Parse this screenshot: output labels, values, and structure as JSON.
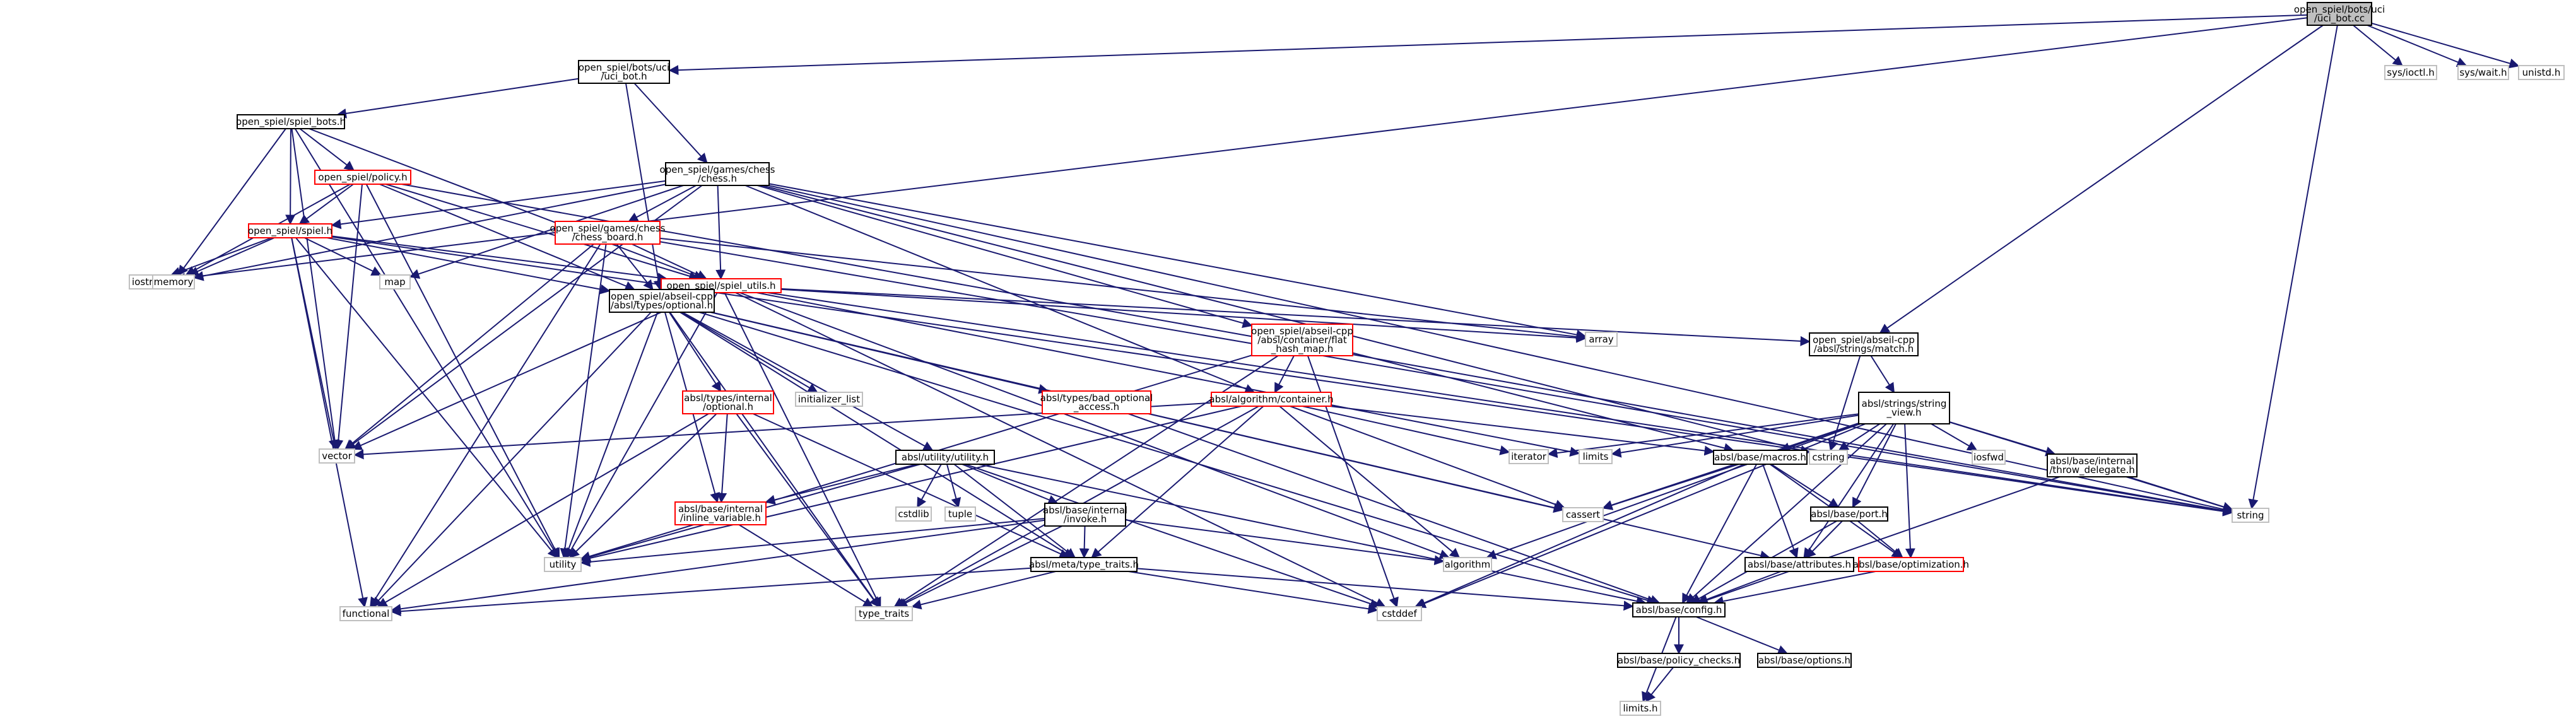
{
  "colors": {
    "edge": "#191970",
    "box_border": "#000000",
    "box_border_red": "#ff0000",
    "box_border_gray": "#bfbfbf",
    "root_fill": "#bfbfbf",
    "box_fill": "#ffffff",
    "background": "#ffffff"
  },
  "nodes": [
    {
      "id": "uci_bot_cc",
      "lines": [
        "open_spiel/bots/uci",
        "/uci_bot.cc"
      ],
      "style": "root"
    },
    {
      "id": "uci_bot_h",
      "lines": [
        "open_spiel/bots/uci",
        "/uci_bot.h"
      ],
      "style": "box"
    },
    {
      "id": "spiel_bots_h",
      "lines": [
        "open_spiel/spiel_bots.h"
      ],
      "style": "box"
    },
    {
      "id": "chess_h",
      "lines": [
        "open_spiel/games/chess",
        "/chess.h"
      ],
      "style": "box"
    },
    {
      "id": "policy_h",
      "lines": [
        "open_spiel/policy.h"
      ],
      "style": "red"
    },
    {
      "id": "spiel_h",
      "lines": [
        "open_spiel/spiel.h"
      ],
      "style": "red"
    },
    {
      "id": "chess_board_h",
      "lines": [
        "open_spiel/games/chess",
        "/chess_board.h"
      ],
      "style": "red"
    },
    {
      "id": "spiel_utils_h",
      "lines": [
        "open_spiel/spiel_utils.h"
      ],
      "style": "red"
    },
    {
      "id": "optional_h",
      "lines": [
        "open_spiel/abseil-cpp",
        "/absl/types/optional.h"
      ],
      "style": "box"
    },
    {
      "id": "flat_hash_map_h",
      "lines": [
        "open_spiel/abseil-cpp",
        "/absl/container/flat",
        "_hash_map.h"
      ],
      "style": "red"
    },
    {
      "id": "match_h",
      "lines": [
        "open_spiel/abseil-cpp",
        "/absl/strings/match.h"
      ],
      "style": "box"
    },
    {
      "id": "internal_optional_h",
      "lines": [
        "absl/types/internal",
        "/optional.h"
      ],
      "style": "red"
    },
    {
      "id": "bad_optional_access_h",
      "lines": [
        "absl/types/bad_optional",
        "_access.h"
      ],
      "style": "red"
    },
    {
      "id": "algorithm_container_h",
      "lines": [
        "absl/algorithm/container.h"
      ],
      "style": "red"
    },
    {
      "id": "string_view_h",
      "lines": [
        "absl/strings/string",
        "_view.h"
      ],
      "style": "box"
    },
    {
      "id": "utility_h",
      "lines": [
        "absl/utility/utility.h"
      ],
      "style": "box"
    },
    {
      "id": "inline_variable_h",
      "lines": [
        "absl/base/internal",
        "/inline_variable.h"
      ],
      "style": "red"
    },
    {
      "id": "invoke_h",
      "lines": [
        "absl/base/internal",
        "/invoke.h"
      ],
      "style": "box"
    },
    {
      "id": "macros_h",
      "lines": [
        "absl/base/macros.h"
      ],
      "style": "box"
    },
    {
      "id": "throw_delegate_h",
      "lines": [
        "absl/base/internal",
        "/throw_delegate.h"
      ],
      "style": "box"
    },
    {
      "id": "port_h",
      "lines": [
        "absl/base/port.h"
      ],
      "style": "box"
    },
    {
      "id": "type_traits_h",
      "lines": [
        "absl/meta/type_traits.h"
      ],
      "style": "box"
    },
    {
      "id": "attributes_h",
      "lines": [
        "absl/base/attributes.h"
      ],
      "style": "box"
    },
    {
      "id": "optimization_h",
      "lines": [
        "absl/base/optimization.h"
      ],
      "style": "red"
    },
    {
      "id": "config_h",
      "lines": [
        "absl/base/config.h"
      ],
      "style": "box"
    },
    {
      "id": "policy_checks_h",
      "lines": [
        "absl/base/policy_checks.h"
      ],
      "style": "box"
    },
    {
      "id": "options_h",
      "lines": [
        "absl/base/options.h"
      ],
      "style": "box"
    },
    {
      "id": "sys_ioctl_h",
      "lines": [
        "sys/ioctl.h"
      ],
      "style": "gray"
    },
    {
      "id": "sys_wait_h",
      "lines": [
        "sys/wait.h"
      ],
      "style": "gray"
    },
    {
      "id": "unistd_h",
      "lines": [
        "unistd.h"
      ],
      "style": "gray"
    },
    {
      "id": "iostream",
      "lines": [
        "iostream"
      ],
      "style": "gray"
    },
    {
      "id": "memory",
      "lines": [
        "memory"
      ],
      "style": "gray"
    },
    {
      "id": "map",
      "lines": [
        "map"
      ],
      "style": "gray"
    },
    {
      "id": "array",
      "lines": [
        "array"
      ],
      "style": "gray"
    },
    {
      "id": "vector",
      "lines": [
        "vector"
      ],
      "style": "gray"
    },
    {
      "id": "initializer_list",
      "lines": [
        "initializer_list"
      ],
      "style": "gray"
    },
    {
      "id": "iterator",
      "lines": [
        "iterator"
      ],
      "style": "gray"
    },
    {
      "id": "limits",
      "lines": [
        "limits"
      ],
      "style": "gray"
    },
    {
      "id": "cstring",
      "lines": [
        "cstring"
      ],
      "style": "gray"
    },
    {
      "id": "iosfwd",
      "lines": [
        "iosfwd"
      ],
      "style": "gray"
    },
    {
      "id": "string",
      "lines": [
        "string"
      ],
      "style": "gray"
    },
    {
      "id": "cassert",
      "lines": [
        "cassert"
      ],
      "style": "gray"
    },
    {
      "id": "cstdlib",
      "lines": [
        "cstdlib"
      ],
      "style": "gray"
    },
    {
      "id": "tuple",
      "lines": [
        "tuple"
      ],
      "style": "gray"
    },
    {
      "id": "utility",
      "lines": [
        "utility"
      ],
      "style": "gray"
    },
    {
      "id": "algorithm",
      "lines": [
        "algorithm"
      ],
      "style": "gray"
    },
    {
      "id": "functional",
      "lines": [
        "functional"
      ],
      "style": "gray"
    },
    {
      "id": "type_traits",
      "lines": [
        "type_traits"
      ],
      "style": "gray"
    },
    {
      "id": "cstddef",
      "lines": [
        "cstddef"
      ],
      "style": "gray"
    },
    {
      "id": "limits_h",
      "lines": [
        "limits.h"
      ],
      "style": "gray"
    }
  ],
  "edges": [
    [
      "uci_bot_cc",
      "uci_bot_h"
    ],
    [
      "uci_bot_cc",
      "iostream"
    ],
    [
      "uci_bot_cc",
      "match_h"
    ],
    [
      "uci_bot_cc",
      "sys_ioctl_h"
    ],
    [
      "uci_bot_cc",
      "sys_wait_h"
    ],
    [
      "uci_bot_cc",
      "unistd_h"
    ],
    [
      "uci_bot_cc",
      "string"
    ],
    [
      "uci_bot_h",
      "spiel_bots_h"
    ],
    [
      "uci_bot_h",
      "chess_h"
    ],
    [
      "uci_bot_h",
      "optional_h"
    ],
    [
      "spiel_bots_h",
      "policy_h"
    ],
    [
      "spiel_bots_h",
      "spiel_h"
    ],
    [
      "spiel_bots_h",
      "spiel_utils_h"
    ],
    [
      "spiel_bots_h",
      "memory"
    ],
    [
      "spiel_bots_h",
      "vector"
    ],
    [
      "spiel_bots_h",
      "utility"
    ],
    [
      "chess_h",
      "chess_board_h"
    ],
    [
      "chess_h",
      "spiel_h"
    ],
    [
      "chess_h",
      "spiel_utils_h"
    ],
    [
      "chess_h",
      "flat_hash_map_h"
    ],
    [
      "chess_h",
      "algorithm_container_h"
    ],
    [
      "chess_h",
      "array"
    ],
    [
      "chess_h",
      "map"
    ],
    [
      "chess_h",
      "memory"
    ],
    [
      "chess_h",
      "vector"
    ],
    [
      "chess_h",
      "cstring"
    ],
    [
      "chess_h",
      "string"
    ],
    [
      "policy_h",
      "spiel_h"
    ],
    [
      "policy_h",
      "spiel_utils_h"
    ],
    [
      "policy_h",
      "optional_h"
    ],
    [
      "policy_h",
      "memory"
    ],
    [
      "policy_h",
      "vector"
    ],
    [
      "policy_h",
      "utility"
    ],
    [
      "policy_h",
      "string"
    ],
    [
      "spiel_h",
      "spiel_utils_h"
    ],
    [
      "spiel_h",
      "optional_h"
    ],
    [
      "spiel_h",
      "iostream"
    ],
    [
      "spiel_h",
      "memory"
    ],
    [
      "spiel_h",
      "map"
    ],
    [
      "spiel_h",
      "vector"
    ],
    [
      "spiel_h",
      "utility"
    ],
    [
      "spiel_h",
      "functional"
    ],
    [
      "spiel_h",
      "string"
    ],
    [
      "chess_board_h",
      "spiel_utils_h"
    ],
    [
      "chess_board_h",
      "optional_h"
    ],
    [
      "chess_board_h",
      "array"
    ],
    [
      "chess_board_h",
      "vector"
    ],
    [
      "chess_board_h",
      "utility"
    ],
    [
      "chess_board_h",
      "functional"
    ],
    [
      "chess_board_h",
      "string"
    ],
    [
      "spiel_utils_h",
      "optional_h"
    ],
    [
      "spiel_utils_h",
      "match_h"
    ],
    [
      "spiel_utils_h",
      "array"
    ],
    [
      "spiel_utils_h",
      "vector"
    ],
    [
      "spiel_utils_h",
      "utility"
    ],
    [
      "spiel_utils_h",
      "type_traits"
    ],
    [
      "spiel_utils_h",
      "cstddef"
    ],
    [
      "spiel_utils_h",
      "limits"
    ],
    [
      "spiel_utils_h",
      "algorithm"
    ],
    [
      "spiel_utils_h",
      "string"
    ],
    [
      "optional_h",
      "internal_optional_h"
    ],
    [
      "optional_h",
      "bad_optional_access_h"
    ],
    [
      "optional_h",
      "utility_h"
    ],
    [
      "optional_h",
      "inline_variable_h"
    ],
    [
      "optional_h",
      "type_traits_h"
    ],
    [
      "optional_h",
      "attributes_h"
    ],
    [
      "optional_h",
      "config_h"
    ],
    [
      "optional_h",
      "initializer_list"
    ],
    [
      "optional_h",
      "utility"
    ],
    [
      "optional_h",
      "functional"
    ],
    [
      "optional_h",
      "type_traits"
    ],
    [
      "optional_h",
      "cassert"
    ],
    [
      "flat_hash_map_h",
      "algorithm_container_h"
    ],
    [
      "flat_hash_map_h",
      "macros_h"
    ],
    [
      "flat_hash_map_h",
      "utility"
    ],
    [
      "flat_hash_map_h",
      "type_traits"
    ],
    [
      "flat_hash_map_h",
      "cstddef"
    ],
    [
      "match_h",
      "string_view_h"
    ],
    [
      "match_h",
      "cstring"
    ],
    [
      "internal_optional_h",
      "inline_variable_h"
    ],
    [
      "internal_optional_h",
      "type_traits_h"
    ],
    [
      "internal_optional_h",
      "utility"
    ],
    [
      "internal_optional_h",
      "functional"
    ],
    [
      "internal_optional_h",
      "type_traits"
    ],
    [
      "bad_optional_access_h",
      "config_h"
    ],
    [
      "algorithm_container_h",
      "type_traits_h"
    ],
    [
      "algorithm_container_h",
      "macros_h"
    ],
    [
      "algorithm_container_h",
      "algorithm"
    ],
    [
      "algorithm_container_h",
      "cassert"
    ],
    [
      "algorithm_container_h",
      "iterator"
    ],
    [
      "algorithm_container_h",
      "utility"
    ],
    [
      "algorithm_container_h",
      "vector"
    ],
    [
      "algorithm_container_h",
      "type_traits"
    ],
    [
      "string_view_h",
      "macros_h"
    ],
    [
      "string_view_h",
      "throw_delegate_h"
    ],
    [
      "string_view_h",
      "port_h"
    ],
    [
      "string_view_h",
      "optimization_h"
    ],
    [
      "string_view_h",
      "attributes_h"
    ],
    [
      "string_view_h",
      "config_h"
    ],
    [
      "string_view_h",
      "iterator"
    ],
    [
      "string_view_h",
      "limits"
    ],
    [
      "string_view_h",
      "cstring"
    ],
    [
      "string_view_h",
      "iosfwd"
    ],
    [
      "string_view_h",
      "string"
    ],
    [
      "string_view_h",
      "cassert"
    ],
    [
      "string_view_h",
      "algorithm"
    ],
    [
      "string_view_h",
      "cstddef"
    ],
    [
      "utility_h",
      "invoke_h"
    ],
    [
      "utility_h",
      "inline_variable_h"
    ],
    [
      "utility_h",
      "type_traits_h"
    ],
    [
      "utility_h",
      "config_h"
    ],
    [
      "utility_h",
      "cstdlib"
    ],
    [
      "utility_h",
      "tuple"
    ],
    [
      "utility_h",
      "utility"
    ],
    [
      "utility_h",
      "cstddef"
    ],
    [
      "inline_variable_h",
      "type_traits"
    ],
    [
      "invoke_h",
      "type_traits_h"
    ],
    [
      "invoke_h",
      "algorithm"
    ],
    [
      "invoke_h",
      "utility"
    ],
    [
      "invoke_h",
      "functional"
    ],
    [
      "invoke_h",
      "type_traits"
    ],
    [
      "macros_h",
      "port_h"
    ],
    [
      "macros_h",
      "optimization_h"
    ],
    [
      "macros_h",
      "attributes_h"
    ],
    [
      "macros_h",
      "config_h"
    ],
    [
      "macros_h",
      "cassert"
    ],
    [
      "macros_h",
      "cstddef"
    ],
    [
      "throw_delegate_h",
      "config_h"
    ],
    [
      "throw_delegate_h",
      "string"
    ],
    [
      "port_h",
      "optimization_h"
    ],
    [
      "port_h",
      "attributes_h"
    ],
    [
      "port_h",
      "config_h"
    ],
    [
      "type_traits_h",
      "config_h"
    ],
    [
      "type_traits_h",
      "type_traits"
    ],
    [
      "type_traits_h",
      "functional"
    ],
    [
      "type_traits_h",
      "cstddef"
    ],
    [
      "attributes_h",
      "config_h"
    ],
    [
      "optimization_h",
      "config_h"
    ],
    [
      "config_h",
      "policy_checks_h"
    ],
    [
      "config_h",
      "options_h"
    ],
    [
      "config_h",
      "limits_h"
    ],
    [
      "policy_checks_h",
      "limits_h"
    ]
  ]
}
